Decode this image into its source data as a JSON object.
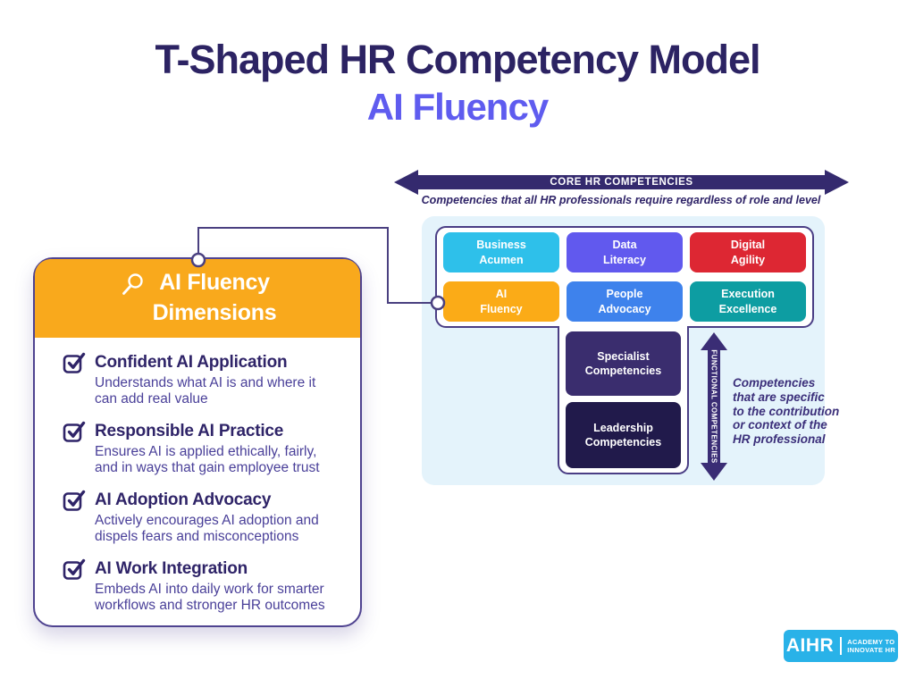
{
  "title": {
    "line1": "T-Shaped HR Competency Model",
    "line2": "AI Fluency"
  },
  "core": {
    "banner_label": "CORE HR COMPETENCIES",
    "subtitle": "Competencies that all HR professionals require regardless of role and level",
    "boxes": [
      {
        "label": "Business\nAcumen",
        "color": "#2EC0EA"
      },
      {
        "label": "Data\nLiteracy",
        "color": "#6159EE"
      },
      {
        "label": "Digital\nAgility",
        "color": "#DD2733"
      },
      {
        "label": "AI\nFluency",
        "color": "#FBAB17"
      },
      {
        "label": "People\nAdvocacy",
        "color": "#3E82EC"
      },
      {
        "label": "Execution\nExcellence",
        "color": "#0D9DA2"
      }
    ]
  },
  "functional": {
    "boxes": [
      {
        "label": "Specialist\nCompetencies",
        "color": "#3A2D6E"
      },
      {
        "label": "Leadership\nCompetencies",
        "color": "#211A4B"
      }
    ],
    "arrow_label": "FUNCTIONAL COMPETENCIES",
    "description": "Competencies\nthat are specific\nto the contribution\nor context of the\nHR professional"
  },
  "dimensions_card": {
    "title": "AI Fluency\nDimensions",
    "items": [
      {
        "heading": "Confident AI Application",
        "description": "Understands what AI is and where it\ncan add real value"
      },
      {
        "heading": "Responsible AI Practice",
        "description": "Ensures AI is applied ethically, fairly,\nand in ways that gain employee trust"
      },
      {
        "heading": "AI Adoption Advocacy",
        "description": "Actively encourages AI adoption and\ndispels fears and misconceptions"
      },
      {
        "heading": "AI Work Integration",
        "description": "Embeds AI into daily work for smarter\nworkflows and stronger HR outcomes"
      }
    ]
  },
  "logo": {
    "brand": "AIHR",
    "tagline": "ACADEMY TO\nINNOVATE HR",
    "color": "#29B2E8"
  }
}
